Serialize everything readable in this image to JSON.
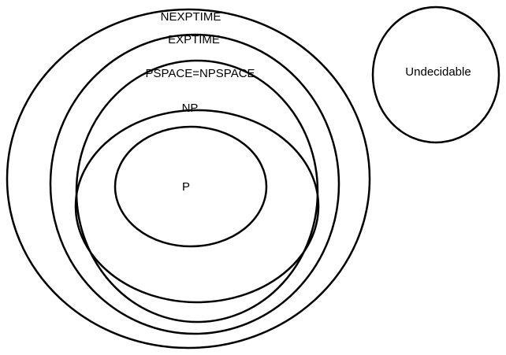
{
  "diagram": {
    "classes": {
      "nexptime": "NEXPTIME",
      "exptime": "EXPTIME",
      "pspace": "PSPACE=NPSPACE",
      "np": "NP",
      "p": "P",
      "undecidable": "Undecidable"
    },
    "colors": {
      "stroke": "#000000",
      "background": "#ffffff",
      "text": "#000000"
    }
  }
}
